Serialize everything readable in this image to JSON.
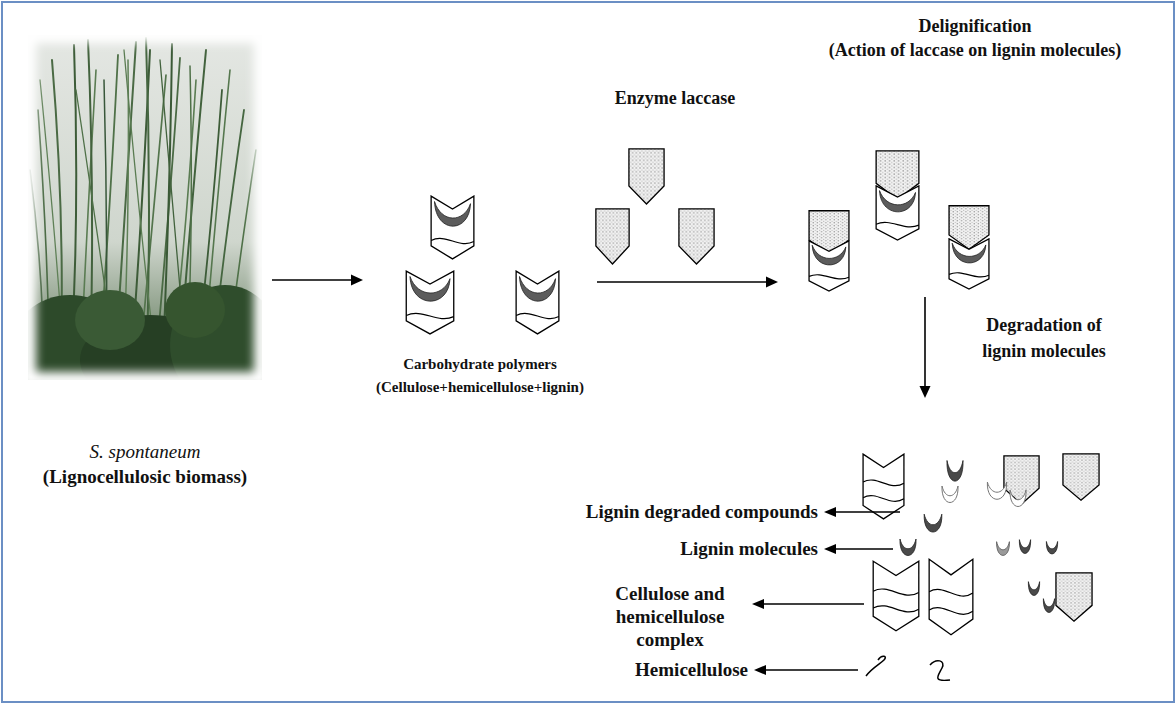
{
  "diagram": {
    "nodes": [
      {
        "text": [
          "S. spontaneum",
          "(Lignocellulosic biomass)"
        ]
      },
      {
        "text": [
          "Carbohydrate polymers",
          "(Cellulose+hemicellulose+lignin)"
        ]
      },
      {
        "text": [
          "Enzyme laccase"
        ]
      },
      {
        "text": [
          "Delignification",
          "(Action of laccase on lignin molecules)"
        ]
      },
      {
        "text": [
          "Degradation of lignin molecules"
        ]
      }
    ],
    "edges": [
      {
        "from": 0,
        "to": 1,
        "arrow": "to"
      },
      {
        "from": 1,
        "to": 3,
        "arrow": "to"
      },
      {
        "from": 3,
        "to": 4,
        "arrow": "to"
      }
    ],
    "labels": [
      "Lignin degraded compounds",
      "Lignin molecules",
      "Cellulose and hemicellulose complex",
      "Hemicellulose"
    ]
  }
}
